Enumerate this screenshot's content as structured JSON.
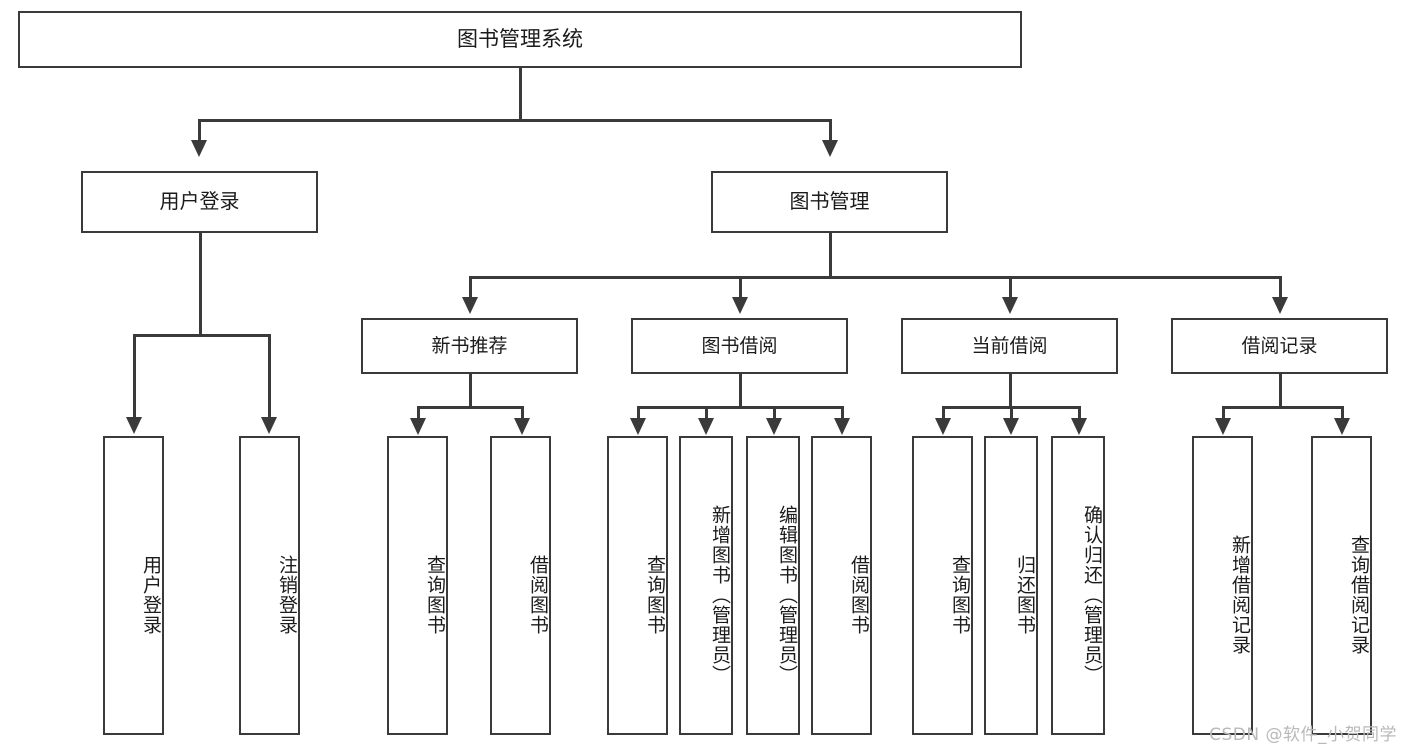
{
  "diagram": {
    "title": "图书管理系统",
    "type": "tree",
    "root": {
      "label": "图书管理系统"
    },
    "level1": [
      {
        "label": "用户登录"
      },
      {
        "label": "图书管理"
      }
    ],
    "level2": [
      {
        "label": "新书推荐"
      },
      {
        "label": "图书借阅"
      },
      {
        "label": "当前借阅"
      },
      {
        "label": "借阅记录"
      }
    ],
    "leaves": {
      "user_login": [
        {
          "label": "用户登录"
        },
        {
          "label": "注销登录"
        }
      ],
      "new_book_recommend": [
        {
          "label": "查询图书"
        },
        {
          "label": "借阅图书"
        }
      ],
      "book_borrow": [
        {
          "label": "查询图书"
        },
        {
          "label": "新增图书（管理员）"
        },
        {
          "label": "编辑图书（管理员）"
        },
        {
          "label": "借阅图书"
        }
      ],
      "current_borrow": [
        {
          "label": "查询图书"
        },
        {
          "label": "归还图书"
        },
        {
          "label": "确认归还（管理员）"
        }
      ],
      "borrow_record": [
        {
          "label": "新增借阅记录"
        },
        {
          "label": "查询借阅记录"
        }
      ]
    }
  },
  "watermark": {
    "text": "CSDN @软件_小贺同学"
  },
  "colors": {
    "stroke": "#3a3a3a",
    "text": "#1b1b1b",
    "background": "#ffffff",
    "watermark": "#b9b9b9"
  }
}
